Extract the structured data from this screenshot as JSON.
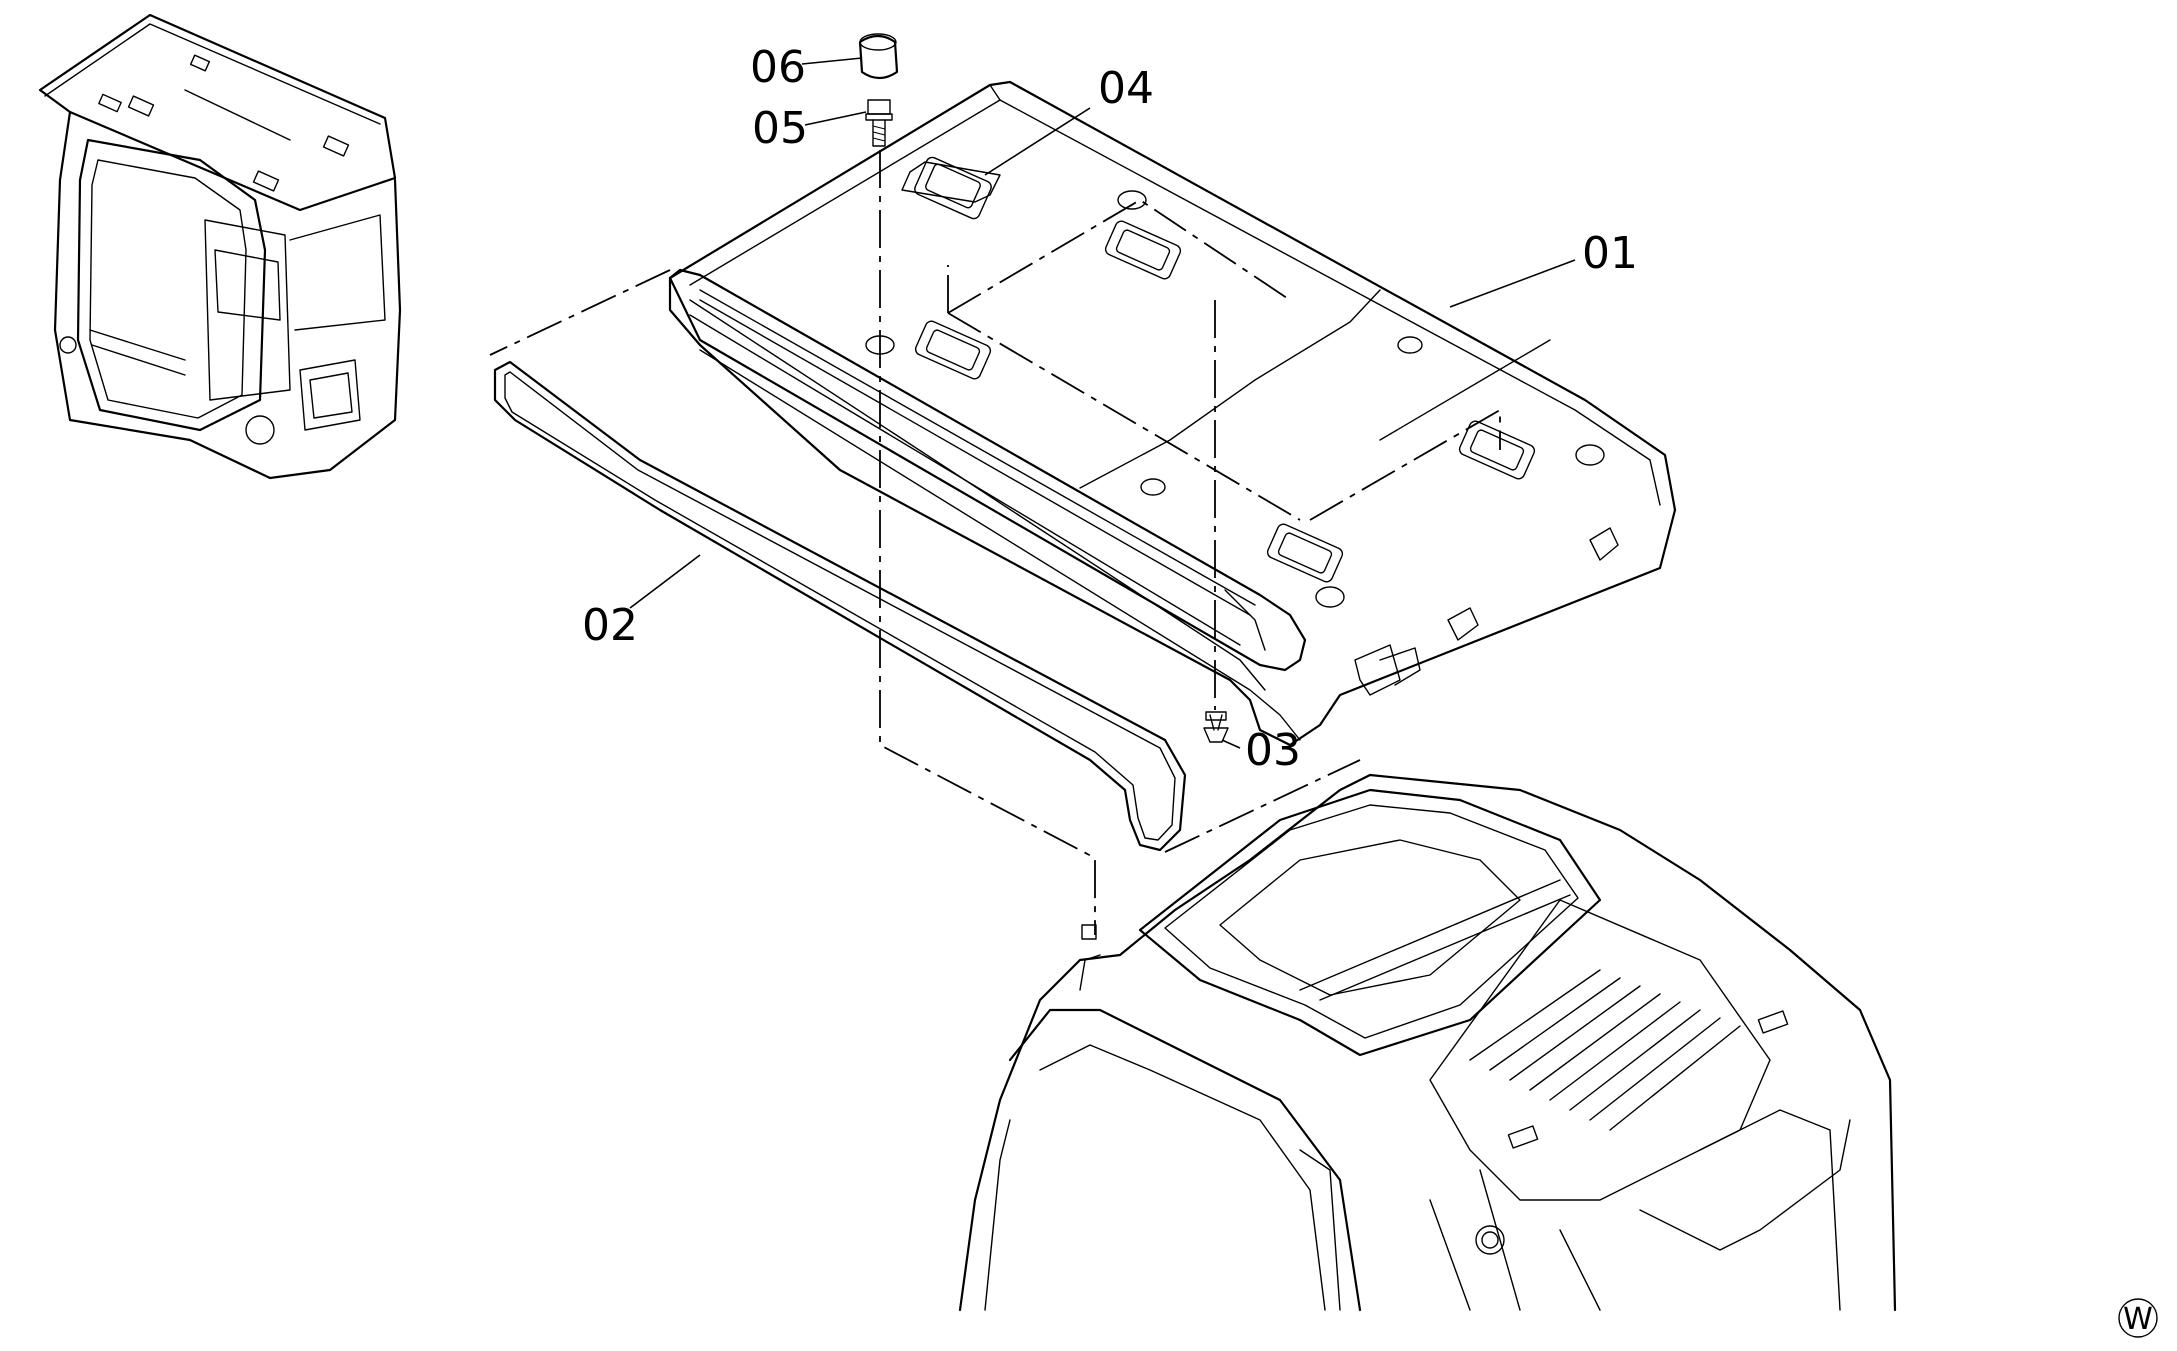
{
  "diagram": {
    "type": "exploded-parts-diagram",
    "callouts": [
      {
        "id": "06",
        "label": "06"
      },
      {
        "id": "05",
        "label": "05"
      },
      {
        "id": "04",
        "label": "04"
      },
      {
        "id": "01",
        "label": "01"
      },
      {
        "id": "02",
        "label": "02"
      },
      {
        "id": "03",
        "label": "03"
      }
    ],
    "corner_mark": "W"
  }
}
